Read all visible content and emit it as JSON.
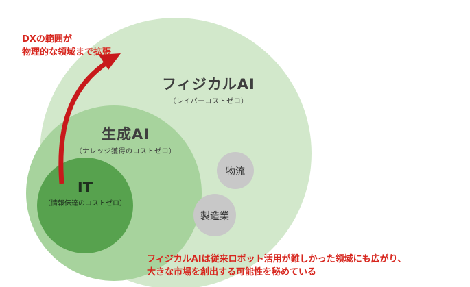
{
  "colors": {
    "outer_circle": "#cfe6c8",
    "middle_circle": "#9fce95",
    "inner_circle": "#57a14f",
    "gray_circle": "#c9c9c9",
    "arrow": "#c8191b",
    "red_text": "#d7261e"
  },
  "dx": {
    "line1": "DXの範囲が",
    "line2": "物理的な領域まで拡張"
  },
  "physical_ai": {
    "title": "フィジカルAI",
    "subtitle": "（レイバーコストゼロ）"
  },
  "generative_ai": {
    "title": "生成AI",
    "subtitle": "（ナレッジ獲得のコストゼロ）"
  },
  "it": {
    "title": "IT",
    "subtitle": "（情報伝達のコストゼロ）"
  },
  "logistics": {
    "label": "物流"
  },
  "manufacturing": {
    "label": "製造業"
  },
  "note": {
    "line1": "フィジカルAIは従来ロボット活用が難しかった領域にも広がり、",
    "line2": "大きな市場を創出する可能性を秘めている"
  }
}
